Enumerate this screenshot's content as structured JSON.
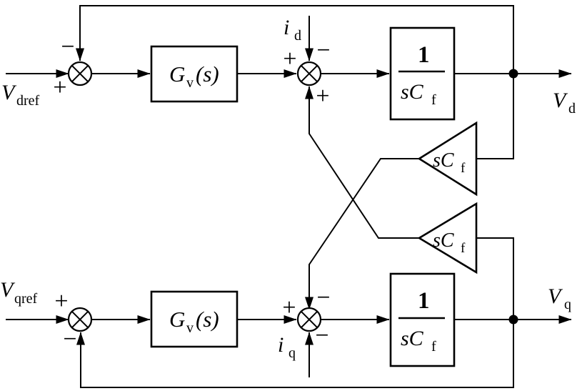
{
  "labels": {
    "v_dref": {
      "base": "V",
      "sub": "dref"
    },
    "v_qref": {
      "base": "V",
      "sub": "qref"
    },
    "v_d": {
      "base": "V",
      "sub": "d"
    },
    "v_q": {
      "base": "V",
      "sub": "q"
    },
    "i_d": {
      "base": "i",
      "sub": "d"
    },
    "i_q": {
      "base": "i",
      "sub": "q"
    },
    "controller_top": {
      "base": "G",
      "sub": "v",
      "arg": "(s)"
    },
    "controller_bottom": {
      "base": "G",
      "sub": "v",
      "arg": "(s)"
    },
    "plant_top": {
      "num": "1",
      "den_base": "sC",
      "den_sub": "f"
    },
    "plant_bottom": {
      "num": "1",
      "den_base": "sC",
      "den_sub": "f"
    },
    "gain_top": {
      "base": "sC",
      "sub": "f"
    },
    "gain_bottom": {
      "base": "sC",
      "sub": "f"
    }
  },
  "signs": {
    "sum_d1_feedback": "−",
    "sum_d1_input": "+",
    "sum_d2_input": "+",
    "sum_d2_id": "−",
    "sum_d2_coupling": "+",
    "sum_q1_input": "+",
    "sum_q1_feedback": "−",
    "sum_q2_input": "+",
    "sum_q2_coupling": "−",
    "sum_q2_iq": "−"
  },
  "colors": {
    "stroke": "#000000",
    "background": "#ffffff"
  }
}
